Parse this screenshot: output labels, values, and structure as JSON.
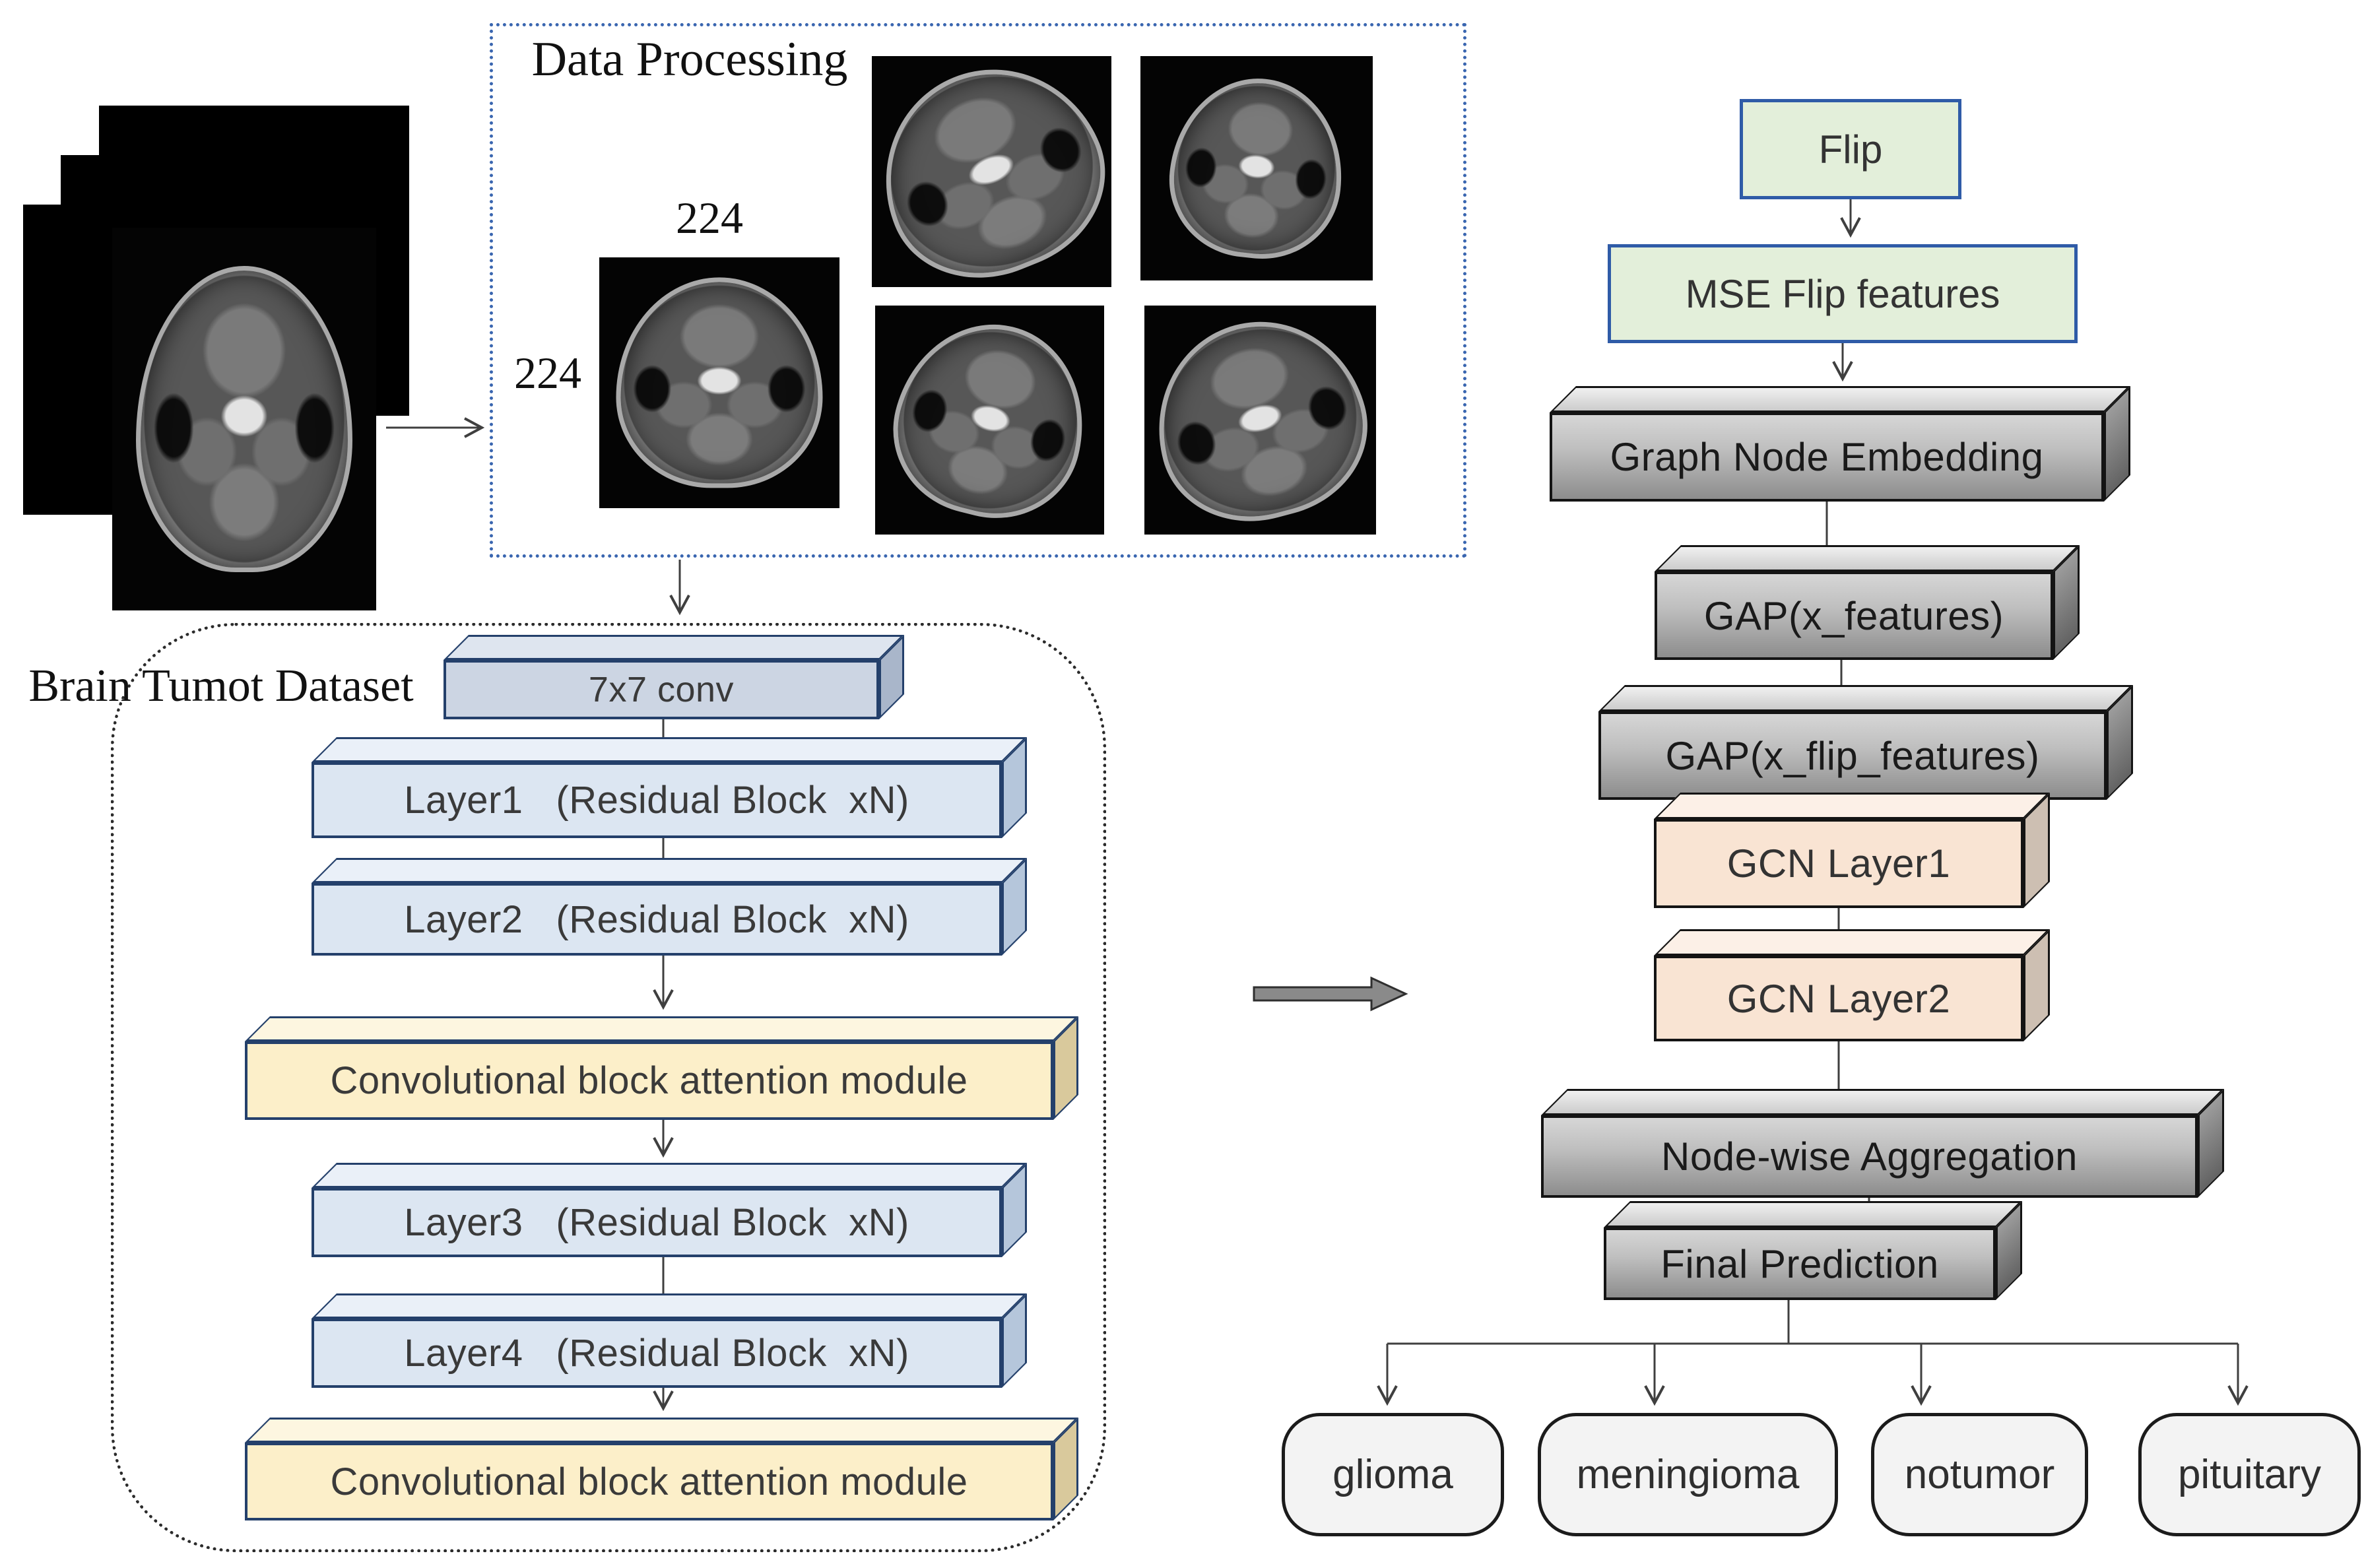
{
  "dataset": {
    "label": "Brain Tumot Dataset"
  },
  "data_processing": {
    "title": "Data Processing",
    "width_label": "224",
    "height_label": "224"
  },
  "cnn_backbone": {
    "blocks": [
      {
        "label": "7x7 conv"
      },
      {
        "label": "Layer1   (Residual Block  xN)"
      },
      {
        "label": "Layer2   (Residual Block  xN)"
      },
      {
        "label": "Convolutional block attention module"
      },
      {
        "label": "Layer3   (Residual Block  xN)"
      },
      {
        "label": "Layer4   (Residual Block  xN)"
      },
      {
        "label": "Convolutional block attention module"
      }
    ]
  },
  "gcn_branch": {
    "blocks": [
      {
        "label": "Flip"
      },
      {
        "label": "MSE Flip features"
      },
      {
        "label": "Graph Node Embedding"
      },
      {
        "label": "GAP(x_features)"
      },
      {
        "label": "GAP(x_flip_features)"
      },
      {
        "label": "GCN Layer1"
      },
      {
        "label": "GCN Layer2"
      },
      {
        "label": "Node-wise Aggregation"
      },
      {
        "label": "Final Prediction"
      }
    ]
  },
  "outputs": [
    {
      "label": "glioma"
    },
    {
      "label": "meningioma"
    },
    {
      "label": "notumor"
    },
    {
      "label": "pituitary"
    }
  ],
  "icons": {
    "mri_brain": "axial-brain-mri-slice",
    "flow_arrow": "right-block-arrow"
  },
  "colors": {
    "green_fill": "#e3efda",
    "green_border": "#2f5ba7",
    "blue_fill": "#dce6f2",
    "conv_fill": "#ccd5e3",
    "yellow_fill": "#fcefc9",
    "peach_fill": "#f9e4d3",
    "gray_hi": "#d6d6d6",
    "gray_lo": "#8d8d8d",
    "navy_border": "#24406b",
    "dark_border": "#141414",
    "dotted_blue": "#3a66b0",
    "dotted_black": "#2b2b2b"
  }
}
